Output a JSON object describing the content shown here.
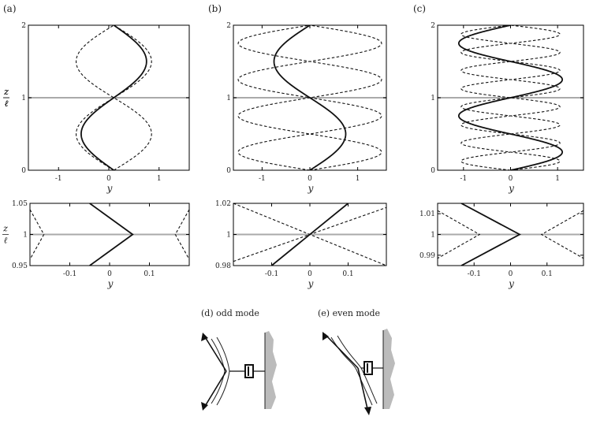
{
  "chart_data": [
    {
      "type": "line",
      "panel_label": "(a)",
      "xlabel": "y",
      "ylabel_num": "z",
      "ylabel_den": "ℓ",
      "xlim": [
        -1.6,
        1.6
      ],
      "ylim": [
        0,
        2
      ],
      "xticks": [
        -1,
        0,
        1
      ],
      "yticks": [
        0,
        1,
        2
      ],
      "reference_line_z": 1,
      "series": [
        {
          "style": "solid",
          "offset": 0.1,
          "amplitude": -0.65,
          "cycles": 2,
          "dashed_partner": false
        },
        {
          "style": "dashed",
          "offset": 0.1,
          "amplitude": -0.65,
          "dashed_amplitude": 0.75,
          "cycles": 2,
          "envelope": true
        }
      ]
    },
    {
      "type": "line",
      "panel_label": "(b)",
      "xlabel": "y",
      "ylabel_num": "z",
      "ylabel_den": "ℓ",
      "xlim": [
        -1.6,
        1.6
      ],
      "ylim": [
        0,
        2
      ],
      "xticks": [
        -1,
        0,
        1
      ],
      "yticks": [
        0,
        1,
        2
      ],
      "reference_line_z": 1,
      "series": [
        {
          "style": "solid",
          "amplitude": 0.75,
          "cycles": 2
        },
        {
          "style": "dashed",
          "amplitude": 1.5,
          "lobes": 8
        }
      ]
    },
    {
      "type": "line",
      "panel_label": "(c)",
      "xlabel": "y",
      "ylabel_num": "z",
      "ylabel_den": "ℓ",
      "xlim": [
        -1.55,
        1.55
      ],
      "ylim": [
        0,
        2
      ],
      "xticks": [
        -1,
        0,
        1
      ],
      "yticks": [
        0,
        1,
        2
      ],
      "reference_line_z": 1,
      "series": [
        {
          "style": "solid",
          "amplitude": 1.1,
          "cycles": 4
        },
        {
          "style": "dashed",
          "amplitude": 1.05,
          "lobes": 16
        }
      ]
    },
    {
      "type": "line",
      "panel_label": "",
      "xlabel": "y",
      "ylabel_num": "z",
      "ylabel_den": "ℓ",
      "xlim": [
        -0.2,
        0.2
      ],
      "ylim": [
        0.95,
        1.05
      ],
      "xticks": [
        -0.1,
        0,
        0.1
      ],
      "yticks": [
        0.95,
        1,
        1.05
      ],
      "reference_line_z": 1,
      "series": [
        {
          "style": "solid",
          "points": [
            [
              -0.05,
              1.05
            ],
            [
              0.058,
              1.0
            ],
            [
              -0.05,
              0.95
            ]
          ]
        },
        {
          "style": "dashed",
          "points": [
            [
              -0.2,
              1.04
            ],
            [
              -0.165,
              1.0
            ],
            [
              -0.2,
              0.96
            ]
          ]
        },
        {
          "style": "dashed",
          "points": [
            [
              0.2,
              1.04
            ],
            [
              0.165,
              1.0
            ],
            [
              0.2,
              0.96
            ]
          ]
        }
      ]
    },
    {
      "type": "line",
      "panel_label": "",
      "xlabel": "y",
      "ylabel_num": "",
      "ylabel_den": "",
      "xlim": [
        -0.2,
        0.2
      ],
      "ylim": [
        0.98,
        1.02
      ],
      "xticks": [
        -0.1,
        0,
        0.1
      ],
      "yticks": [
        0.98,
        1,
        1.02
      ],
      "reference_line_z": 1,
      "series": [
        {
          "style": "solid",
          "points": [
            [
              -0.1,
              0.98
            ],
            [
              0.1,
              1.02
            ]
          ]
        },
        {
          "style": "dashed",
          "points": [
            [
              -0.2,
              1.02
            ],
            [
              0.2,
              0.98
            ]
          ]
        },
        {
          "style": "dashed",
          "points": [
            [
              -0.2,
              0.9827
            ],
            [
              0.2,
              1.0173
            ]
          ]
        }
      ]
    },
    {
      "type": "line",
      "panel_label": "",
      "xlabel": "y",
      "ylabel_num": "",
      "ylabel_den": "",
      "xlim": [
        -0.2,
        0.2
      ],
      "ylim": [
        0.985,
        1.015
      ],
      "xticks": [
        -0.1,
        0,
        0.1
      ],
      "yticks": [
        0.99,
        1,
        1.01
      ],
      "reference_line_z": 1,
      "series": [
        {
          "style": "solid",
          "points": [
            [
              -0.135,
              1.015
            ],
            [
              0.025,
              1.0
            ],
            [
              -0.135,
              0.985
            ]
          ]
        },
        {
          "style": "dashed",
          "points": [
            [
              -0.2,
              1.0115
            ],
            [
              -0.085,
              1.0
            ],
            [
              -0.2,
              0.9885
            ]
          ]
        },
        {
          "style": "dashed",
          "points": [
            [
              0.2,
              1.0115
            ],
            [
              0.085,
              1.0
            ],
            [
              0.2,
              0.9885
            ]
          ]
        }
      ]
    }
  ],
  "schematics": [
    {
      "label": "(d) odd mode"
    },
    {
      "label": "(e) even mode"
    }
  ],
  "colors": {
    "curve": "#111111",
    "reference": "#aaaaaa",
    "wall": "#bbbbbb",
    "frame": "#000000"
  }
}
